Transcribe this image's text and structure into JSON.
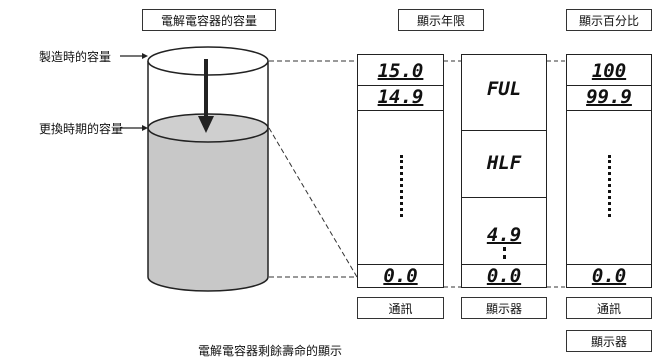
{
  "header": {
    "capacity_label": "電解電容器的容量",
    "life_label": "顯示年限",
    "percent_label": "顯示百分比"
  },
  "labels": {
    "manufactured": "製造時的容量",
    "replacement": "更換時期的容量"
  },
  "panels": {
    "comm_years": {
      "top": "15.0",
      "second": "14.9",
      "bottom": "0.0"
    },
    "display_years": {
      "full": "FUL",
      "half": "HLF",
      "low": "4.9",
      "bottom": "0.0"
    },
    "comm_percent": {
      "top": "100",
      "second": "99.9",
      "bottom": "0.0"
    }
  },
  "footer": {
    "comm": "通訊",
    "display": "顯示器",
    "comm2": "通訊",
    "display2": "顯示器"
  },
  "caption": "電解電容器剩餘壽命的顯示",
  "colors": {
    "liquid": "#c8c8c8",
    "stroke": "#222222"
  }
}
